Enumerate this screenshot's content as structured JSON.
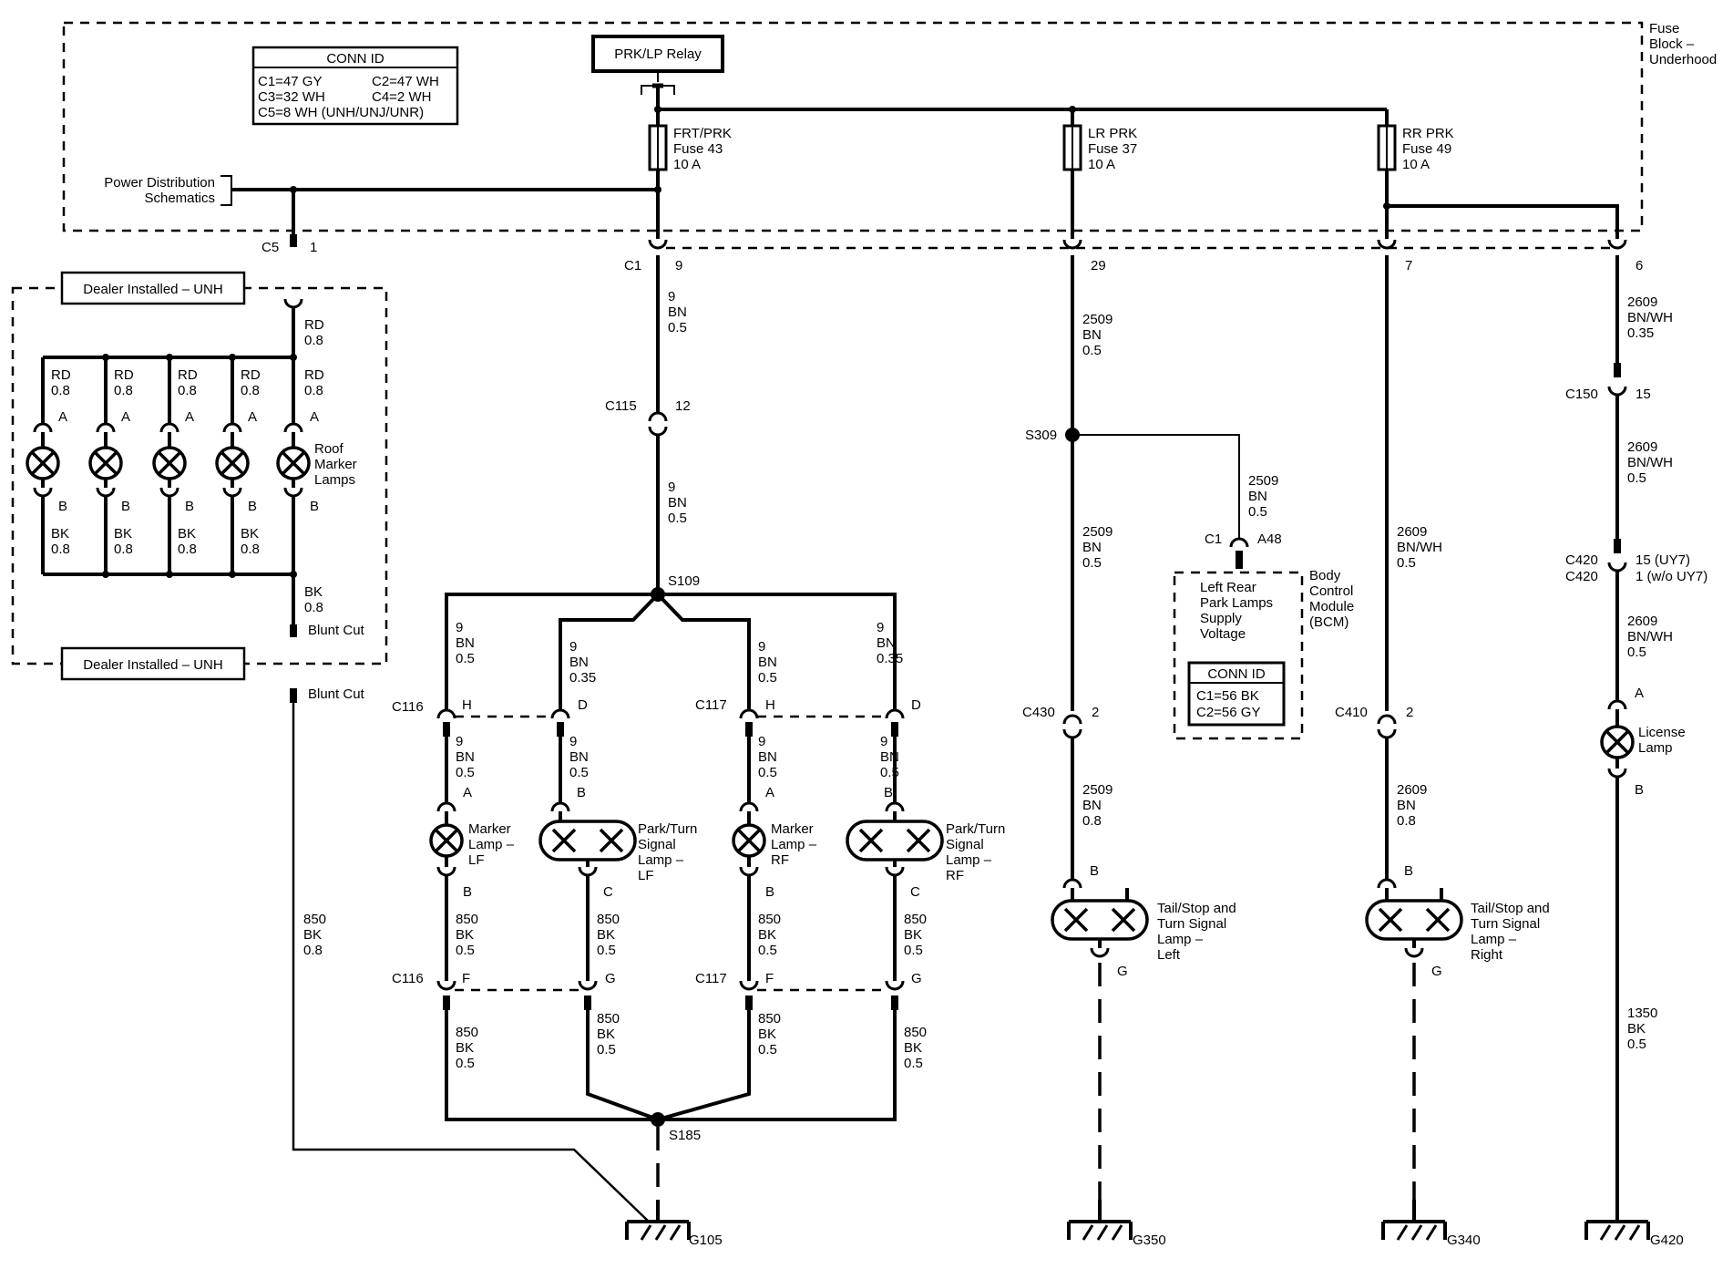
{
  "fuse_block": {
    "line1": "Fuse",
    "line2": "Block –",
    "line3": "Underhood"
  },
  "conn_id_table": {
    "title": "CONN ID",
    "c1": "C1=47 GY",
    "c2": "C2=47 WH",
    "c3": "C3=32 WH",
    "c4": "C4=2 WH",
    "c5": "C5=8 WH (UNH/UNJ/UNR)"
  },
  "relay": {
    "label": "PRK/LP Relay"
  },
  "fuses": [
    {
      "name": "FRT/PRK",
      "fuse": "Fuse 43",
      "amps": "10 A"
    },
    {
      "name": "LR PRK",
      "fuse": "Fuse 37",
      "amps": "10 A"
    },
    {
      "name": "RR PRK",
      "fuse": "Fuse 49",
      "amps": "10 A"
    }
  ],
  "power_dist": {
    "line1": "Power Distribution",
    "line2": "Schematics"
  },
  "c5": {
    "conn": "C5",
    "pin": "1"
  },
  "c1_pins": {
    "conn": "C1",
    "p1": "9",
    "p2": "29",
    "p3": "7",
    "p4": "6"
  },
  "dealer": {
    "top": "Dealer Installed – UNH",
    "bottom": "Dealer Installed – UNH"
  },
  "roof": {
    "feed_color": "RD",
    "feed_gauge": "0.8",
    "lamp_color": "RD",
    "lamp_gauge": "0.8",
    "pin_a": "A",
    "pin_b": "B",
    "gnd_color": "BK",
    "gnd_gauge": "0.8",
    "label1": "Roof",
    "label2": "Marker",
    "label3": "Lamps",
    "blunt": "Blunt Cut"
  },
  "blunt2": "Blunt Cut",
  "front": {
    "w1_circuit": "9",
    "w1_color": "BN",
    "w1_gauge": "0.5",
    "c115": "C115",
    "c115_pin": "12",
    "w2_circuit": "9",
    "w2_color": "BN",
    "w2_gauge": "0.5",
    "s109": "S109",
    "b1": {
      "circuit": "9",
      "color": "BN",
      "gauge": "0.5"
    },
    "b2": {
      "circuit": "9",
      "color": "BN",
      "gauge": "0.35"
    },
    "b3": {
      "circuit": "9",
      "color": "BN",
      "gauge": "0.5"
    },
    "b4": {
      "circuit": "9",
      "color": "BN",
      "gauge": "0.35"
    },
    "c116": "C116",
    "c117": "C117",
    "pin_h": "H",
    "pin_d": "D",
    "pin_f": "F",
    "pin_g": "G",
    "pin_a": "A",
    "pin_b": "B",
    "pin_c": "C",
    "mid_circuit": "9",
    "mid_color": "BN",
    "mid_gauge": "0.5",
    "marker_lf": {
      "l1": "Marker",
      "l2": "Lamp –",
      "l3": "LF"
    },
    "park_lf": {
      "l1": "Park/Turn",
      "l2": "Signal",
      "l3": "Lamp –",
      "l4": "LF"
    },
    "marker_rf": {
      "l1": "Marker",
      "l2": "Lamp –",
      "l3": "RF"
    },
    "park_rf": {
      "l1": "Park/Turn",
      "l2": "Signal",
      "l3": "Lamp –",
      "l4": "RF"
    },
    "gnd_circuit": "850",
    "gnd_color": "BK",
    "gnd_gauge": "0.5",
    "s185": "S185",
    "roof_gnd_circuit": "850",
    "roof_gnd_color": "BK",
    "roof_gnd_gauge": "0.8",
    "ground": "G105"
  },
  "lr": {
    "w1_circuit": "2509",
    "w1_color": "BN",
    "w1_gauge": "0.5",
    "s309": "S309",
    "w2_circuit": "2509",
    "w2_color": "BN",
    "w2_gauge": "0.5",
    "bcm_circuit": "2509",
    "bcm_color": "BN",
    "bcm_gauge": "0.5",
    "bcm_conn": "C1",
    "bcm_pin": "A48",
    "bcm_l1": "Body",
    "bcm_l2": "Control",
    "bcm_l3": "Module",
    "bcm_l4": "(BCM)",
    "bcm_in1": "Left Rear",
    "bcm_in2": "Park Lamps",
    "bcm_in3": "Supply",
    "bcm_in4": "Voltage",
    "bcm_conn_title": "CONN ID",
    "bcm_c1": "C1=56 BK",
    "bcm_c2": "C2=56 GY",
    "c430": "C430",
    "c430_pin": "2",
    "w3_circuit": "2509",
    "w3_color": "BN",
    "w3_gauge": "0.8",
    "pin_b": "B",
    "pin_g": "G",
    "lamp_l1": "Tail/Stop and",
    "lamp_l2": "Turn Signal",
    "lamp_l3": "Lamp –",
    "lamp_l4": "Left",
    "ground": "G350"
  },
  "rr": {
    "w1_circuit": "2609",
    "w1_color": "BN/WH",
    "w1_gauge": "0.5",
    "c410": "C410",
    "c410_pin": "2",
    "w2_circuit": "2609",
    "w2_color": "BN",
    "w2_gauge": "0.8",
    "pin_b": "B",
    "pin_g": "G",
    "lamp_l1": "Tail/Stop and",
    "lamp_l2": "Turn Signal",
    "lamp_l3": "Lamp –",
    "lamp_l4": "Right",
    "ground": "G340"
  },
  "lic": {
    "w1_circuit": "2609",
    "w1_color": "BN/WH",
    "w1_gauge": "0.35",
    "c150": "C150",
    "c150_pin": "15",
    "w2_circuit": "2609",
    "w2_color": "BN/WH",
    "w2_gauge": "0.5",
    "c420a": "C420",
    "c420a_pin": "15 (UY7)",
    "c420b": "C420",
    "c420b_pin": "1 (w/o UY7)",
    "w3_circuit": "2609",
    "w3_color": "BN/WH",
    "w3_gauge": "0.5",
    "pin_a": "A",
    "pin_b": "B",
    "lamp_l1": "License",
    "lamp_l2": "Lamp",
    "w4_circuit": "1350",
    "w4_color": "BK",
    "w4_gauge": "0.5",
    "ground": "G420"
  }
}
